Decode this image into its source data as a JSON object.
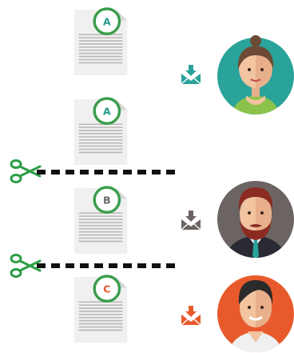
{
  "documents": [
    {
      "letter": "A",
      "letter_color": "#2a9d8f"
    },
    {
      "letter": "A",
      "letter_color": "#2a9d8f"
    },
    {
      "letter": "B",
      "letter_color": "#6b6b6b"
    },
    {
      "letter": "C",
      "letter_color": "#e8552a"
    }
  ],
  "recipients": [
    {
      "avatar": "woman-avatar",
      "background": "#2aa39a",
      "mail_icon": "mail-download-icon",
      "mail_color": "#2aa39a"
    },
    {
      "avatar": "bearded-man-avatar",
      "background": "#6b6462",
      "mail_icon": "mail-download-icon",
      "mail_color": "#6b6462"
    },
    {
      "avatar": "man-avatar",
      "background": "#e85a2c",
      "mail_icon": "mail-download-icon",
      "mail_color": "#e85a2c"
    }
  ],
  "cut_lines": [
    {
      "icon": "scissors-icon",
      "color": "#2e9e45"
    },
    {
      "icon": "scissors-icon",
      "color": "#2e9e45"
    }
  ],
  "colors": {
    "circle_ring": "#3a9d4c",
    "page_fill": "#f0f0f0",
    "page_lines": "#b8b8b8",
    "dash": "#111111"
  }
}
